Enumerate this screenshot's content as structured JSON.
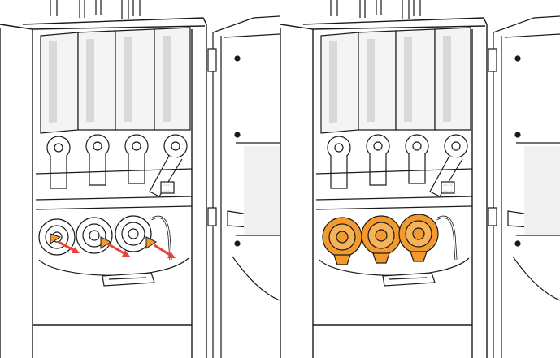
{
  "figure": {
    "panels": [
      {
        "id": "left",
        "state": "mixing bowls with orange clips being released",
        "clip_color": "#f29a2e",
        "arrow_color": "#e8423a",
        "arrow_count": 3
      },
      {
        "id": "right",
        "state": "mixing bowl covers highlighted",
        "highlight_color": "#f29a2e"
      }
    ],
    "line_color": "#1a1a1a",
    "shade_color": "#d9d9d9",
    "background": "#ffffff"
  }
}
